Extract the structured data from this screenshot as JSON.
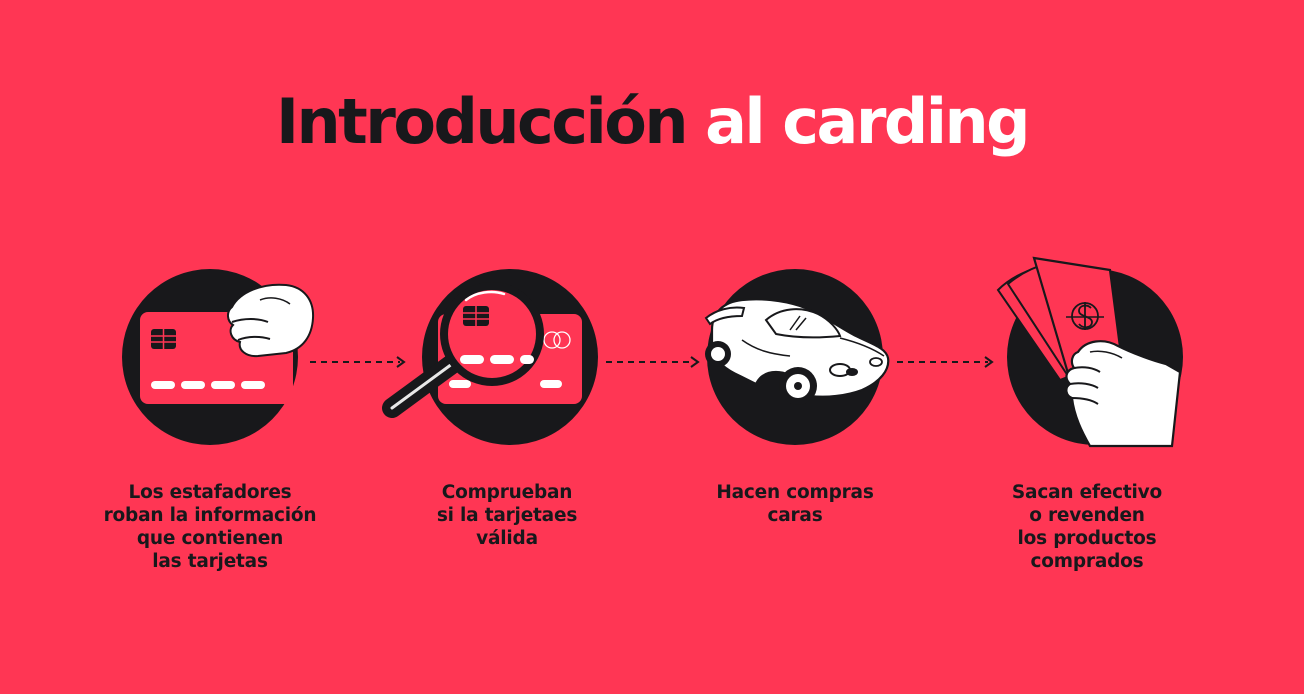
{
  "title": {
    "part1": "Introducción",
    "part2": "al carding"
  },
  "steps": [
    {
      "caption": "Los estafadores\nroban la información\nque contienen\nlas tarjetas",
      "icon": "credit-card-hand-icon"
    },
    {
      "caption": "Comprueban\nsi la tarjetaes\nválida",
      "icon": "magnifier-card-icon"
    },
    {
      "caption": "Hacen compras\ncaras",
      "icon": "sports-car-icon"
    },
    {
      "caption": "Sacan efectivo\no revenden\nlos productos\ncomprados",
      "icon": "cash-hand-icon"
    }
  ],
  "colors": {
    "background": "#ff3654",
    "dark": "#18181b",
    "light": "#ffffff"
  }
}
